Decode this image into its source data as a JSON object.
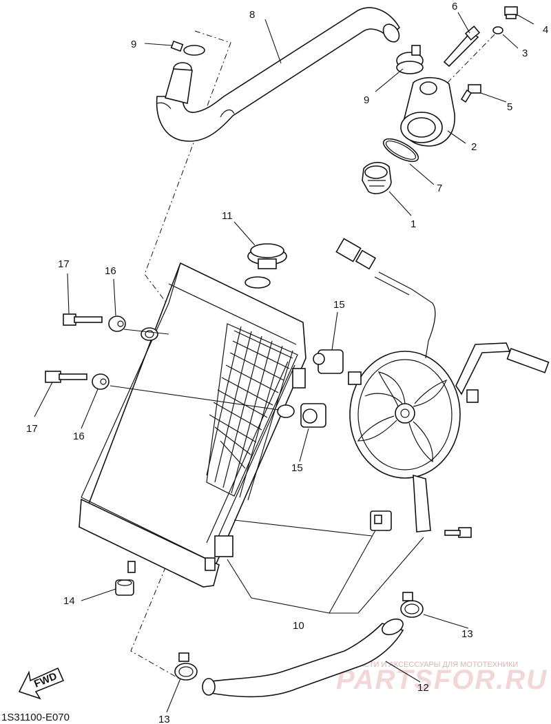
{
  "callouts": {
    "c1": "1",
    "c2": "2",
    "c3": "3",
    "c4": "4",
    "c5": "5",
    "c6": "6",
    "c7": "7",
    "c8": "8",
    "c9a": "9",
    "c9b": "9",
    "c10": "10",
    "c11": "11",
    "c12": "12",
    "c13a": "13",
    "c13b": "13",
    "c14": "14",
    "c15a": "15",
    "c15b": "15",
    "c16a": "16",
    "c16b": "16",
    "c17a": "17",
    "c17b": "17"
  },
  "fwd_label": "FWD",
  "diagram_code": "1S31100-E070",
  "watermark": {
    "tagline": "ЗАПЧАСТИ И АКСЕССУАРЫ ДЛЯ МОТОТЕХНИКИ",
    "brand": "PARTSFOR.RU"
  }
}
